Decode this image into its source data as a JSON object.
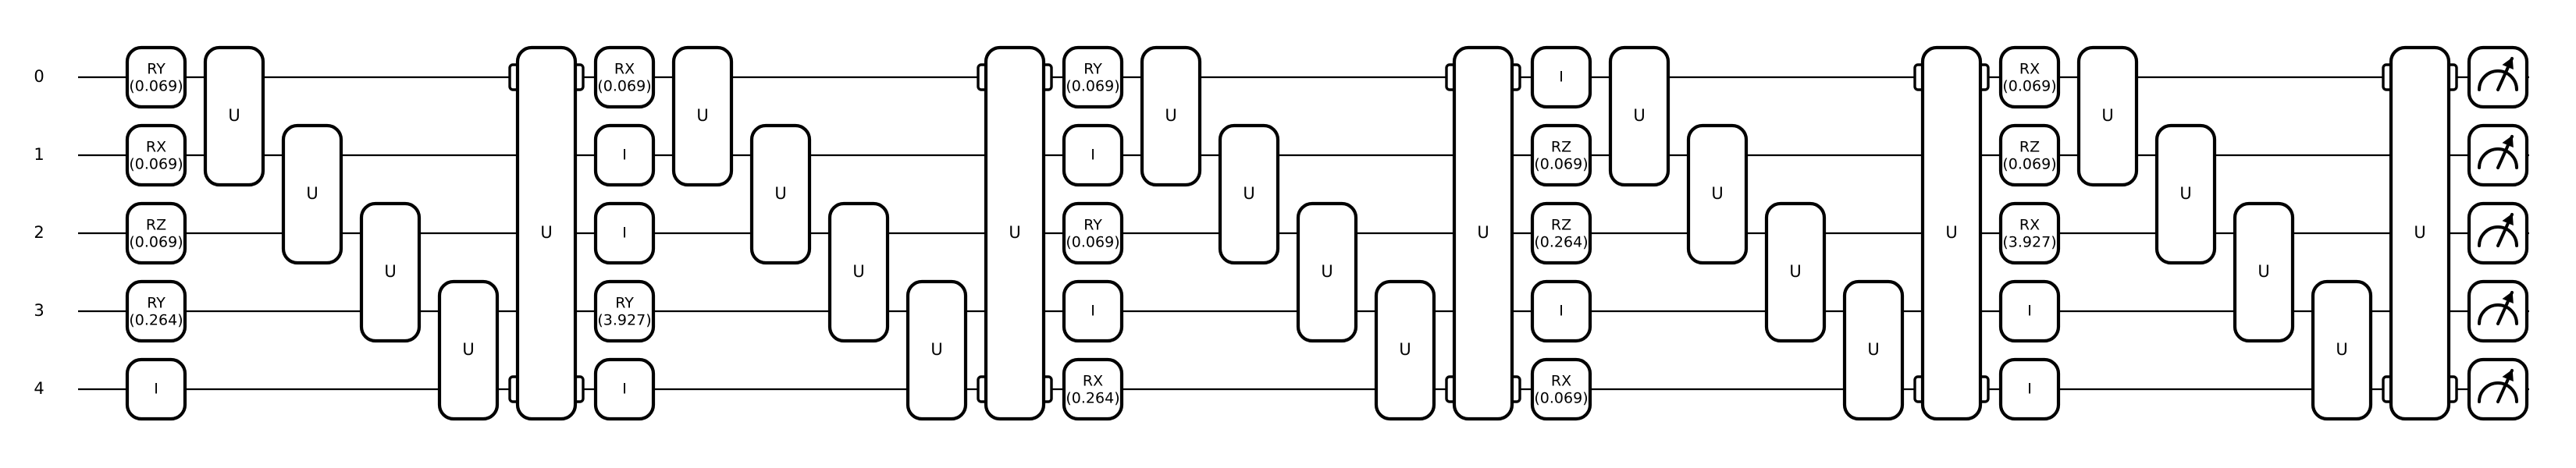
{
  "wires": [
    "0",
    "1",
    "2",
    "3",
    "4"
  ],
  "layers": [
    {
      "rotations": [
        {
          "name": "RY",
          "param": "(0.069)"
        },
        {
          "name": "RX",
          "param": "(0.069)"
        },
        {
          "name": "RZ",
          "param": "(0.069)"
        },
        {
          "name": "RY",
          "param": "(0.264)"
        },
        {
          "name": "I",
          "param": ""
        }
      ]
    },
    {
      "rotations": [
        {
          "name": "RX",
          "param": "(0.069)"
        },
        {
          "name": "I",
          "param": ""
        },
        {
          "name": "I",
          "param": ""
        },
        {
          "name": "RY",
          "param": "(3.927)"
        },
        {
          "name": "I",
          "param": ""
        }
      ]
    },
    {
      "rotations": [
        {
          "name": "RY",
          "param": "(0.069)"
        },
        {
          "name": "I",
          "param": ""
        },
        {
          "name": "RY",
          "param": "(0.069)"
        },
        {
          "name": "I",
          "param": ""
        },
        {
          "name": "RX",
          "param": "(0.264)"
        }
      ]
    },
    {
      "rotations": [
        {
          "name": "I",
          "param": ""
        },
        {
          "name": "RZ",
          "param": "(0.069)"
        },
        {
          "name": "RZ",
          "param": "(0.264)"
        },
        {
          "name": "I",
          "param": ""
        },
        {
          "name": "RX",
          "param": "(0.069)"
        }
      ]
    },
    {
      "rotations": [
        {
          "name": "RX",
          "param": "(0.069)"
        },
        {
          "name": "RZ",
          "param": "(0.069)"
        },
        {
          "name": "RX",
          "param": "(3.927)"
        },
        {
          "name": "I",
          "param": ""
        },
        {
          "name": "I",
          "param": ""
        }
      ]
    }
  ],
  "entangler_label": "U",
  "measurement_icon": "meter-icon"
}
